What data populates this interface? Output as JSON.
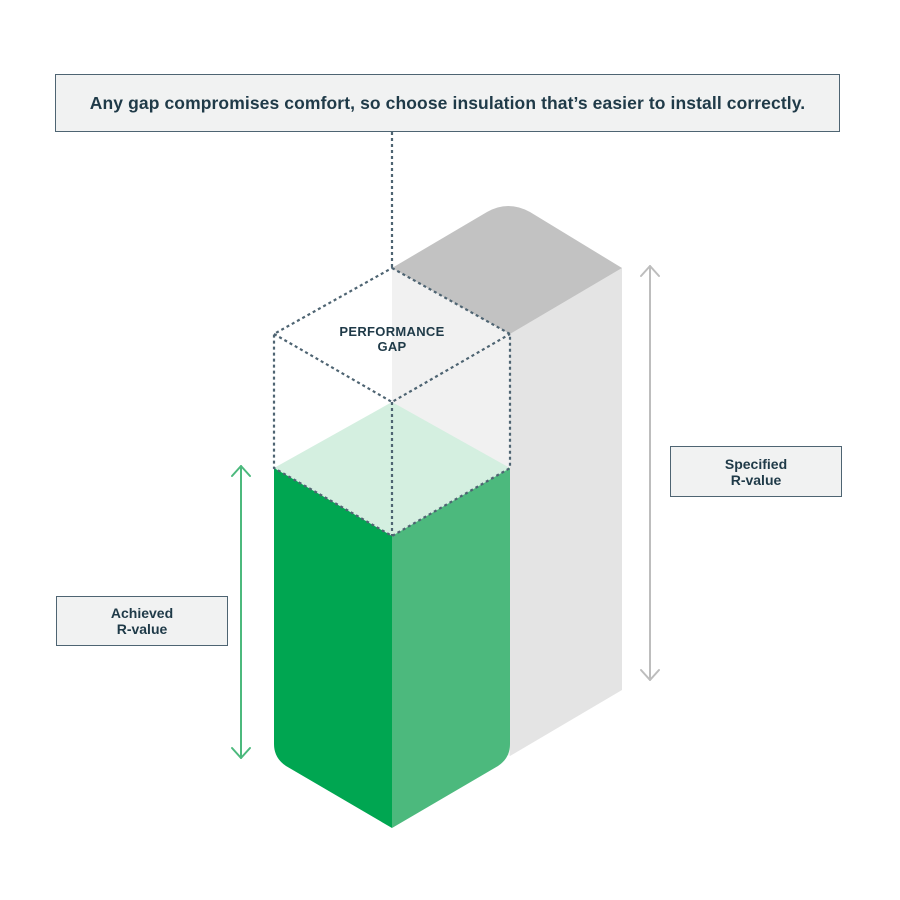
{
  "headline": {
    "text": "Any gap compromises comfort, so choose insulation that’s easier to install correctly."
  },
  "specified_label": {
    "line1": "Specified",
    "line2": "R-value"
  },
  "achieved_label": {
    "line1": "Achieved",
    "line2": "R-value"
  },
  "gap_label": {
    "line1": "PERFORMANCE",
    "line2": "GAP"
  },
  "colors": {
    "text": "#1f3a48",
    "box_border": "#4e6472",
    "box_fill": "#f1f2f2",
    "specified_top": "#c2c2c2",
    "specified_left": "#f1f1f1",
    "specified_right": "#e4e4e4",
    "achieved_top": "#d4efe0",
    "achieved_left": "#00a651",
    "achieved_right": "#4cb97d",
    "achieved_arrow": "#4cb97d",
    "specified_arrow": "#bdbdbd",
    "dotted_line": "#4e6472"
  }
}
